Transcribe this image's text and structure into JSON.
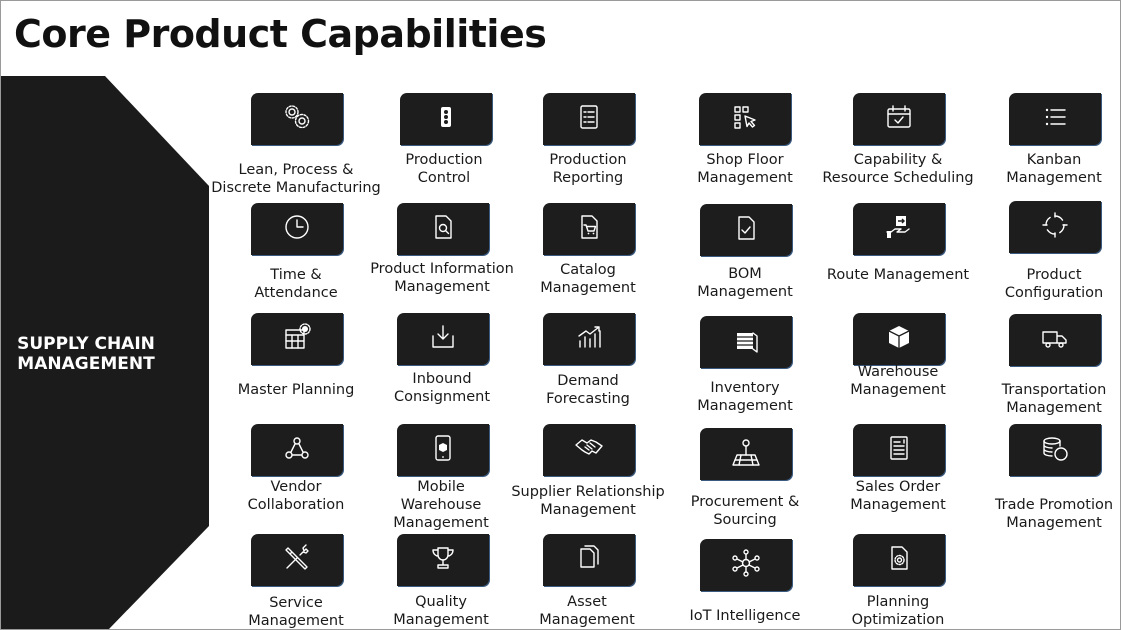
{
  "title": "Core Product Capabilities",
  "sidebar": {
    "label": "SUPPLY CHAIN MANAGEMENT"
  },
  "capabilities": [
    {
      "label": "Lean, Process &\nDiscrete Manufacturing",
      "icon": "gears-icon"
    },
    {
      "label": "Production\nControl",
      "icon": "traffic-light-icon"
    },
    {
      "label": "Production\nReporting",
      "icon": "report-list-icon"
    },
    {
      "label": "Shop Floor\nManagement",
      "icon": "floor-pointer-icon"
    },
    {
      "label": "Capability &\nResource Scheduling",
      "icon": "calendar-check-icon"
    },
    {
      "label": "Kanban\nManagement",
      "icon": "list-icon"
    },
    {
      "label": "Time &\nAttendance",
      "icon": "clock-icon"
    },
    {
      "label": "Product Information\nManagement",
      "icon": "document-search-icon"
    },
    {
      "label": "Catalog\nManagement",
      "icon": "document-cart-icon"
    },
    {
      "label": "BOM\nManagement",
      "icon": "document-check-icon"
    },
    {
      "label": "Route Management",
      "icon": "hand-route-icon"
    },
    {
      "label": "Product\nConfiguration",
      "icon": "cycle-icon"
    },
    {
      "label": "Master Planning",
      "icon": "calendar-gear-icon"
    },
    {
      "label": "Inbound\nConsignment",
      "icon": "inbox-download-icon"
    },
    {
      "label": "Demand\nForecasting",
      "icon": "bar-chart-icon"
    },
    {
      "label": "Inventory\nManagement",
      "icon": "inventory-stack-icon"
    },
    {
      "label": "Warehouse\nManagement",
      "icon": "box-icon"
    },
    {
      "label": "Transportation\nManagement",
      "icon": "truck-icon"
    },
    {
      "label": "Vendor\nCollaboration",
      "icon": "network-people-icon"
    },
    {
      "label": "Mobile\nWarehouse\nManagement",
      "icon": "mobile-box-icon"
    },
    {
      "label": "Supplier Relationship\nManagement",
      "icon": "handshake-icon"
    },
    {
      "label": "Procurement &\nSourcing",
      "icon": "map-pin-icon"
    },
    {
      "label": "Sales Order\nManagement",
      "icon": "sales-order-icon"
    },
    {
      "label": "Trade Promotion\nManagement",
      "icon": "coins-icon"
    },
    {
      "label": "Service\nManagement",
      "icon": "tools-icon"
    },
    {
      "label": "Quality\nManagement",
      "icon": "trophy-icon"
    },
    {
      "label": "Asset\nManagement",
      "icon": "documents-icon"
    },
    {
      "label": "IoT Intelligence",
      "icon": "hub-nodes-icon"
    },
    {
      "label": "Planning\nOptimization",
      "icon": "document-gear-icon"
    }
  ]
}
